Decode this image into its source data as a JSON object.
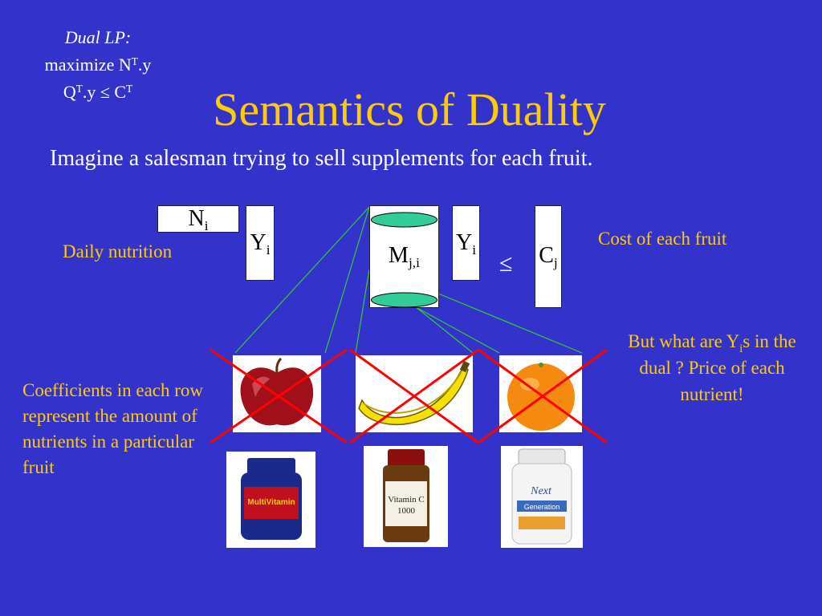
{
  "dual_lp": {
    "heading": "Dual LP:",
    "line1_text": "maximize N",
    "line1_sup": "T",
    "line1_tail": ".y",
    "line2_text": "Q",
    "line2_sup": "T",
    "line2_mid": ".y ≤ C",
    "line2_sup2": "T"
  },
  "title": "Semantics of Duality",
  "subtitle": "Imagine a salesman trying to sell supplements for each fruit.",
  "matrix": {
    "n_base": "N",
    "n_sub": "i",
    "y_left_base": "Y",
    "y_left_sub": "i",
    "m_base": "M",
    "m_sub": "j,i",
    "y_right_base": "Y",
    "y_right_sub": "i",
    "leq": "≤",
    "c_base": "C",
    "c_sub": "j"
  },
  "notes": {
    "daily": "Daily nutrition",
    "cost": "Cost of each fruit",
    "coefficients": "Coefficients in each row represent the amount of nutrients in a particular fruit",
    "price_pre": "But what are Y",
    "price_sub": "i",
    "price_post": "s in the dual ? Price of each nutrient!"
  },
  "fruits": [
    "apple",
    "banana",
    "orange"
  ],
  "supplements": [
    "MultiVitamin",
    "Vitamin C 1000",
    "Next Generation"
  ],
  "colors": {
    "background": "#3333cc",
    "title": "#ffcc00",
    "text": "#ffffff",
    "note": "#ffcc00",
    "connector": "#33cc33",
    "cross": "#ff0000",
    "cylinder_cap": "#33cc99"
  }
}
